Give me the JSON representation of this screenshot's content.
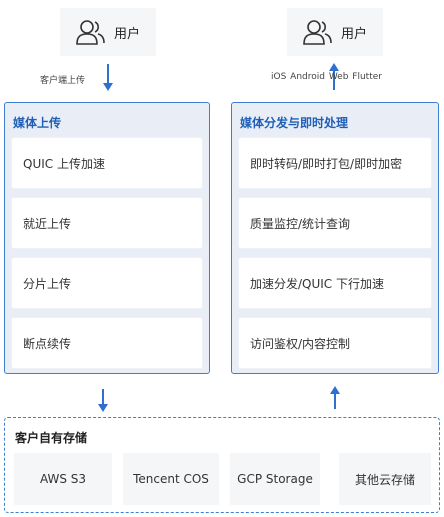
{
  "users": {
    "left_label": "用户",
    "right_label": "用户"
  },
  "flows": {
    "upload_label": "客户端上传",
    "platforms_label": "iOS  Android  Web  Flutter"
  },
  "left_panel": {
    "title": "媒体上传",
    "items": [
      "QUIC 上传加速",
      "就近上传",
      "分片上传",
      "断点续传"
    ]
  },
  "right_panel": {
    "title": "媒体分发与即时处理",
    "items": [
      "即时转码/即时打包/即时加密",
      "质量监控/统计查询",
      "加速分发/QUIC 下行加速",
      "访问鉴权/内容控制"
    ]
  },
  "storage": {
    "title": "客户自有存储",
    "items": [
      "AWS S3",
      "Tencent COS",
      "GCP Storage",
      "其他云存储"
    ]
  },
  "colors": {
    "accent": "#1f5fb8",
    "panel_bg": "#e9eef6",
    "arrow": "#2f6fd0"
  }
}
